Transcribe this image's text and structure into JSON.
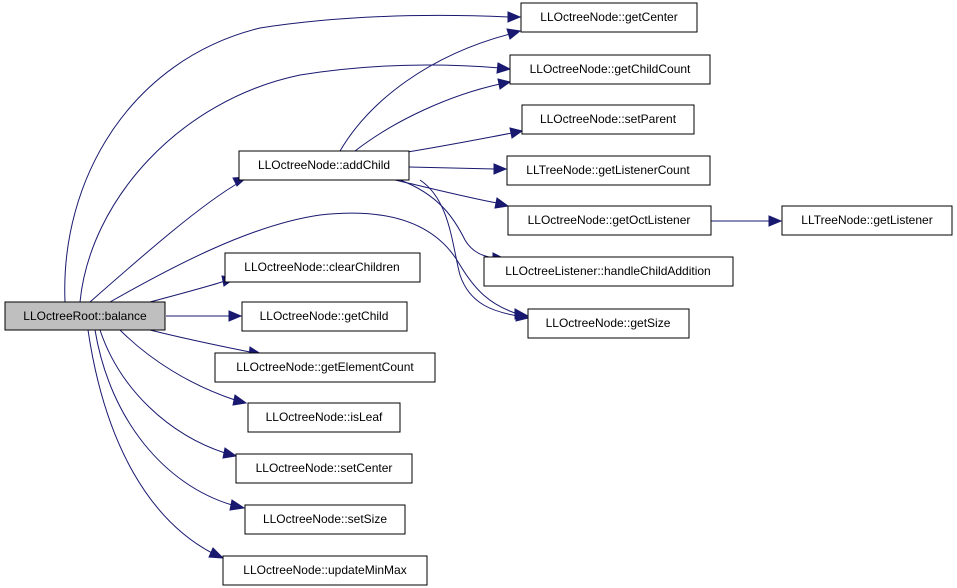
{
  "nodes": {
    "root": "LLOctreeRoot::balance",
    "add_child": "LLOctreeNode::addChild",
    "clear_children": "LLOctreeNode::clearChildren",
    "get_child": "LLOctreeNode::getChild",
    "get_element_count": "LLOctreeNode::getElementCount",
    "is_leaf": "LLOctreeNode::isLeaf",
    "set_center": "LLOctreeNode::setCenter",
    "set_size": "LLOctreeNode::setSize",
    "update_min_max": "LLOctreeNode::updateMinMax",
    "get_center": "LLOctreeNode::getCenter",
    "get_child_count": "LLOctreeNode::getChildCount",
    "set_parent": "LLOctreeNode::setParent",
    "get_listener_count": "LLTreeNode::getListenerCount",
    "get_oct_listener": "LLOctreeNode::getOctListener",
    "get_listener": "LLTreeNode::getListener",
    "handle_child_addition": "LLOctreeListener::handleChildAddition",
    "get_size": "LLOctreeNode::getSize"
  },
  "colors": {
    "edge": "#191970",
    "root_fill": "#bfbfbf",
    "node_fill": "#ffffff",
    "node_border": "#000000"
  }
}
